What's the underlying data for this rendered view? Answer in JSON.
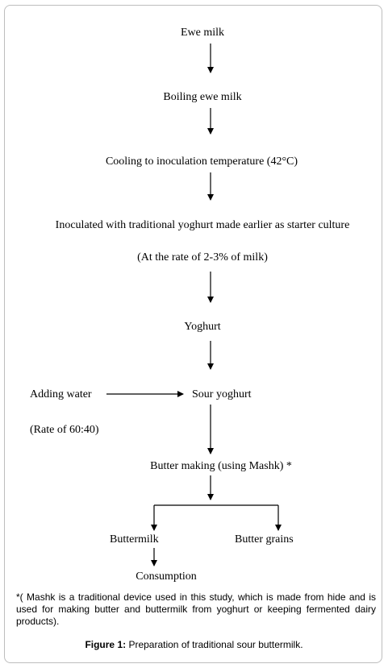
{
  "diagram": {
    "nodes": {
      "ewe_milk": "Ewe milk",
      "boiling": "Boiling ewe milk",
      "cooling": "Cooling to inoculation temperature (42°C)",
      "inoculated": "Inoculated with traditional yoghurt made earlier as starter culture",
      "rate": "(At the rate of 2-3% of milk)",
      "yoghurt": "Yoghurt",
      "adding_water": "Adding water",
      "sour_yoghurt": "Sour yoghurt",
      "water_rate": "(Rate of 60:40)",
      "butter_making": "Butter making (using Mashk) *",
      "buttermilk": "Buttermilk",
      "butter_grains": "Butter grains",
      "consumption": "Consumption"
    }
  },
  "footnote": "*( Mashk is a traditional device used in this study, which is made from hide and is used for making butter and buttermilk from yoghurt or keeping fermented dairy products).",
  "caption": {
    "label": "Figure 1:",
    "text": " Preparation of traditional sour buttermilk."
  }
}
